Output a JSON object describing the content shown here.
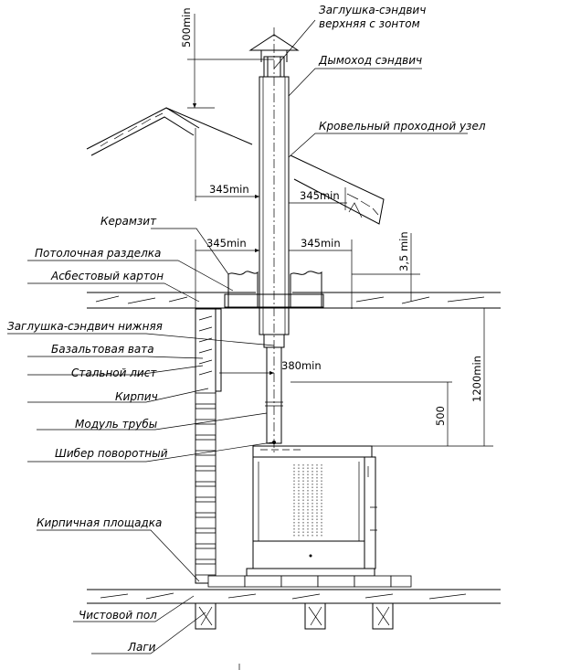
{
  "labels": {
    "cap_top_1": "Заглушка-сэндвич",
    "cap_top_2": "верхняя с зонтом",
    "chimney": "Дымоход сэндвич",
    "roof_node": "Кровельный проходной узел",
    "keramzit": "Керамзит",
    "ceiling_cut": "Потолочная разделка",
    "asbestos": "Асбестовый картон",
    "cap_bottom": "Заглушка-сэндвич нижняя",
    "basalt": "Базальтовая вата",
    "steel": "Стальной лист",
    "brick": "Кирпич",
    "pipe_module": "Модуль трубы",
    "damper": "Шибер поворотный",
    "brick_platform": "Кирпичная площадка",
    "finish_floor": "Чистовой пол",
    "joists": "Лаги"
  },
  "dims": {
    "top": "500min",
    "roof_left": "345min",
    "roof_right": "345min",
    "ceil_left": "345min",
    "ceil_right": "345min",
    "ceil_height": "3,5 min",
    "wall": "380min",
    "stove_top": "500",
    "stove_ceiling": "1200min"
  }
}
